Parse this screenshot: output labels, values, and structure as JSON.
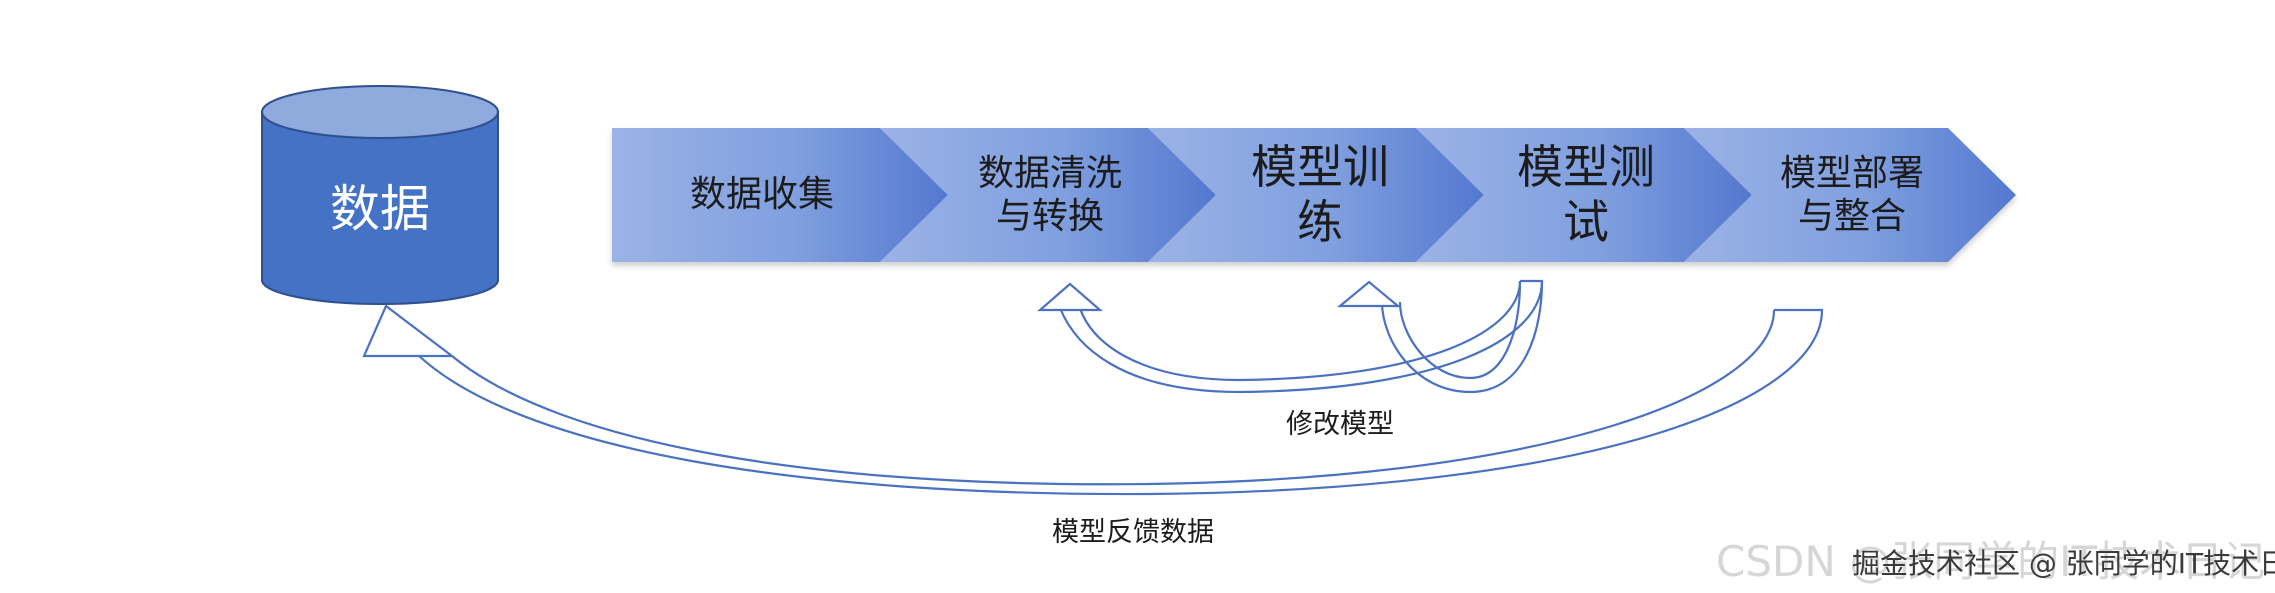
{
  "database": {
    "label": "数据"
  },
  "pipeline": {
    "steps": [
      {
        "label": "数据收集"
      },
      {
        "label": "数据清洗\n与转换"
      },
      {
        "label": "模型训\n练"
      },
      {
        "label": "模型测\n试"
      },
      {
        "label": "模型部署\n与整合"
      }
    ]
  },
  "feedback": {
    "modify_label": "修改模型",
    "data_label": "模型反馈数据"
  },
  "watermark": {
    "csdn": "CSDN @张同学的IT技术日记",
    "juejin": "掘金技术社区 @ 张同学的IT技术日记"
  },
  "colors": {
    "db_fill": "#4472c4",
    "db_top": "#8faadc",
    "arrow_stroke": "#4a72c0"
  }
}
